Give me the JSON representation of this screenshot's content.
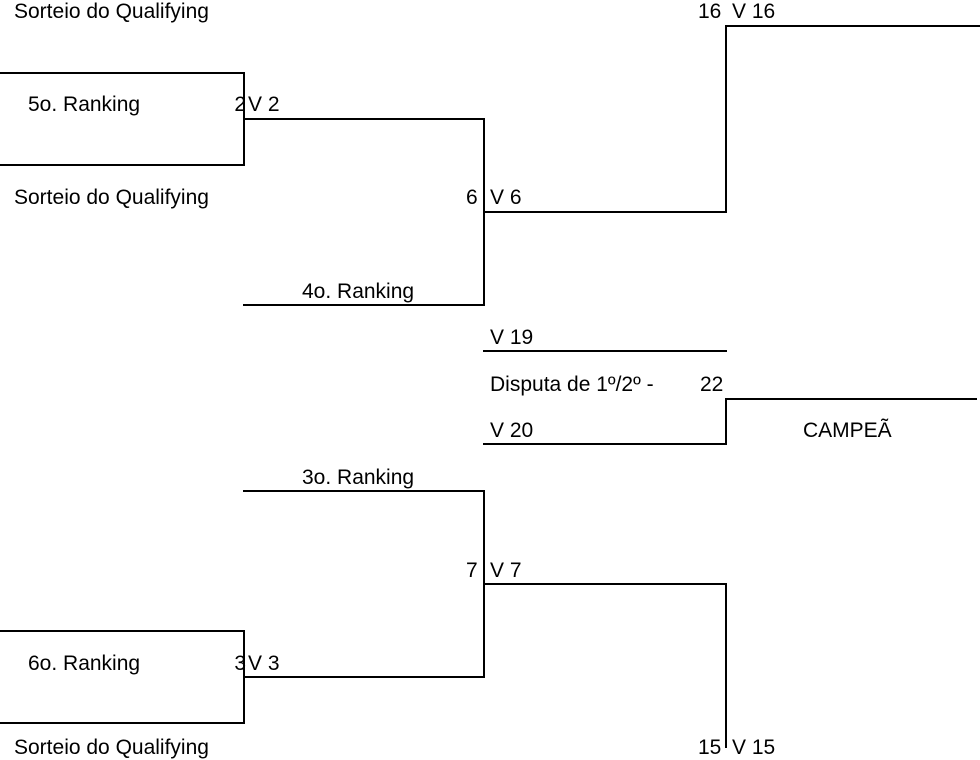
{
  "bracket": {
    "draw_label": "Sorteio do Qualifying",
    "r1": {
      "seed_5": "5o. Ranking",
      "seed_4": "4o. Ranking",
      "seed_3": "3o. Ranking",
      "seed_6": "6o. Ranking"
    },
    "matches": {
      "m2_num": "2",
      "m2_winner": "V 2",
      "m3_num": "3",
      "m3_winner": "V 3",
      "m6_num": "6",
      "m6_winner": "V 6",
      "m7_num": "7",
      "m7_winner": "V 7",
      "m16_num": "16",
      "m16_winner": "V 16",
      "m15_num": "15",
      "m15_winner": "V 15"
    },
    "final": {
      "v19": "V 19",
      "v20": "V 20",
      "label": "Disputa de 1º/2º -",
      "num": "22",
      "champion": "CAMPEÃ"
    }
  }
}
